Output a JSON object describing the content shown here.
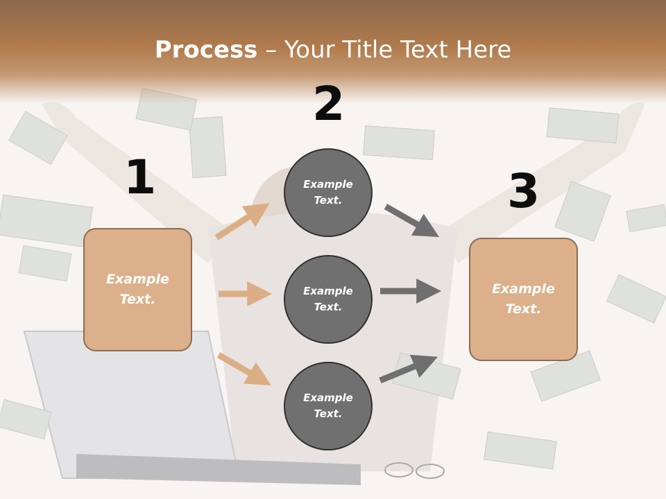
{
  "slide": {
    "title_bold": "Process",
    "title_rest": " – Your Title Text Here",
    "step_numbers": [
      "1",
      "2",
      "3"
    ],
    "left_box": {
      "line1": "Example",
      "line2": "Text."
    },
    "right_box": {
      "line1": "Example",
      "line2": "Text."
    },
    "circles": [
      {
        "line1": "Example",
        "line2": "Text."
      },
      {
        "line1": "Example",
        "line2": "Text."
      },
      {
        "line1": "Example",
        "line2": "Text."
      }
    ]
  },
  "colors": {
    "header": "#b07a4c",
    "box_fill": "#dcb08a",
    "box_border": "#8a6c55",
    "circle_fill": "#707070",
    "circle_border": "#2f2f2f",
    "arrow_tan": "#dcae85",
    "arrow_gray": "#6f6f6f"
  }
}
